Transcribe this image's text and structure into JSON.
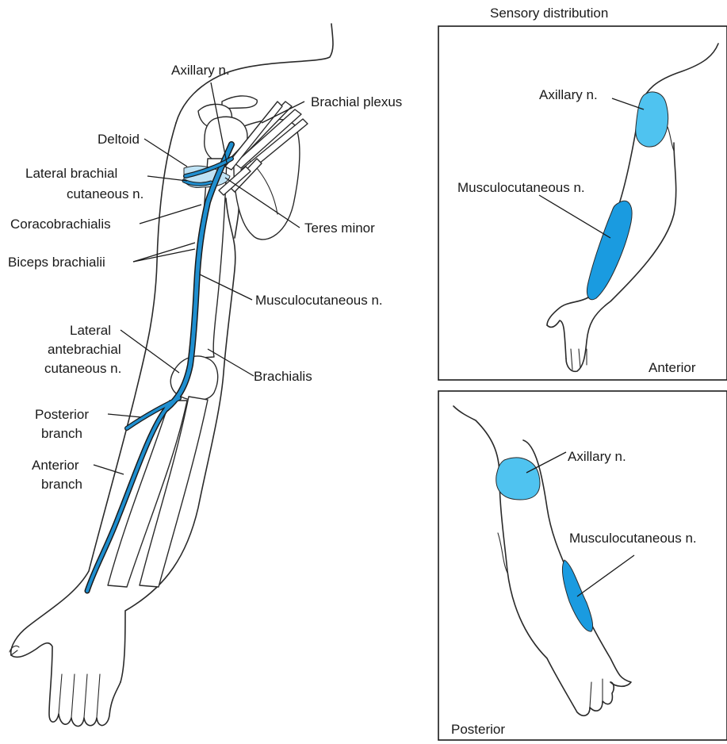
{
  "figure": {
    "labels": {
      "axillary_n": "Axillary n.",
      "brachial_plexus": "Brachial plexus",
      "deltoid": "Deltoid",
      "lateral_brachial_1": "Lateral brachial",
      "lateral_brachial_2": "cutaneous n.",
      "coracobrachialis": "Coracobrachialis",
      "teres_minor": "Teres minor",
      "biceps_brachialii": "Biceps brachialii",
      "musculocutaneous_n": "Musculocutaneous n.",
      "lateral_antebrachial_1": "Lateral",
      "lateral_antebrachial_2": "antebrachial",
      "lateral_antebrachial_3": "cutaneous n.",
      "brachialis": "Brachialis",
      "posterior_branch_1": "Posterior",
      "posterior_branch_2": "branch",
      "anterior_branch_1": "Anterior",
      "anterior_branch_2": "branch"
    },
    "sensory": {
      "title": "Sensory distribution",
      "anterior": {
        "view_label": "Anterior",
        "axillary_label": "Axillary n.",
        "musculocutaneous_label": "Musculocutaneous n."
      },
      "posterior": {
        "view_label": "Posterior",
        "axillary_label": "Axillary n.",
        "musculocutaneous_label": "Musculocutaneous n."
      }
    },
    "colors": {
      "nerve": "#1f8fd0",
      "axillary_zone": "#4fc3f0",
      "musculocutaneous_zone": "#1a9be0",
      "deltoid_muscle": "#bfe3f5"
    }
  }
}
